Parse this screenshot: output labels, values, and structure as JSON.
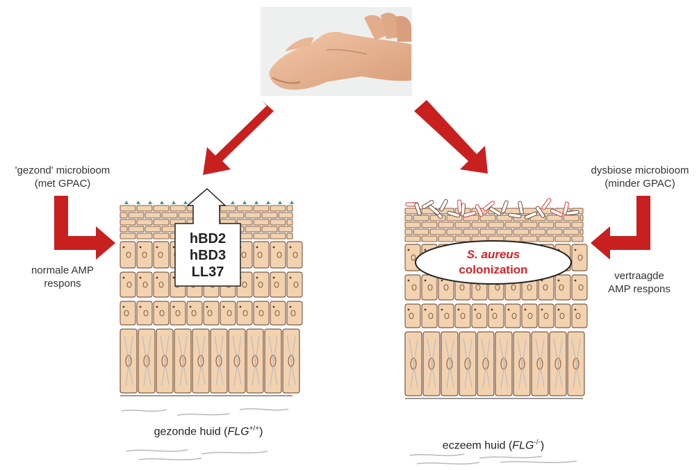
{
  "colors": {
    "arrow_red": "#c8201f",
    "cell_fill": "#f3d2b0",
    "cell_stroke": "#5a3a25",
    "staph_text": "#d2232a",
    "skin_tone": "#e6b08e"
  },
  "top_image": {
    "subject": "hand-scratching-wrist"
  },
  "left": {
    "microbiome_line1": "'gezond' microbioom",
    "microbiome_line2": "(met GPAC)",
    "response_line1": "normale AMP",
    "response_line2": "respons",
    "amp_list": [
      "hBD2",
      "hBD3",
      "LL37"
    ],
    "caption_text": "gezonde huid (",
    "caption_gene": "FLG",
    "caption_sup": "+/+",
    "caption_end": ")"
  },
  "right": {
    "microbiome_line1": "dysbiose microbioom",
    "microbiome_line2": "(minder GPAC)",
    "response_line1": "vertraagde",
    "response_line2": "AMP respons",
    "colonization_line1": "S. aureus",
    "colonization_line2": "colonization",
    "caption_text": "eczeem huid (",
    "caption_gene": "FLG",
    "caption_sup": "-/-",
    "caption_end": ")"
  }
}
